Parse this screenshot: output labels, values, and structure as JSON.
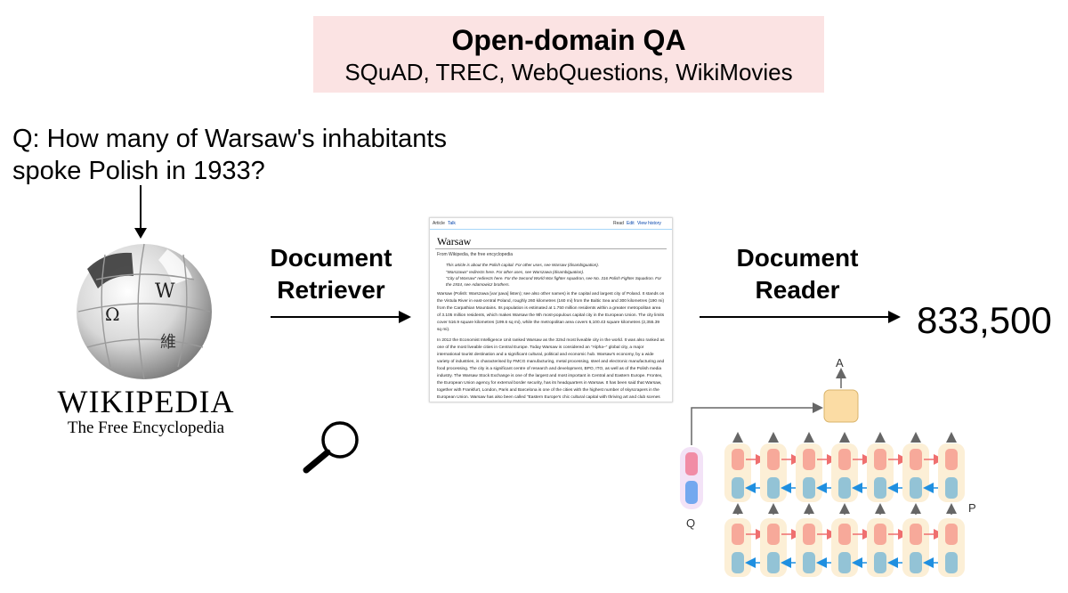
{
  "header": {
    "title": "Open-domain QA",
    "datasets": "SQuAD, TREC, WebQuestions, WikiMovies"
  },
  "question": {
    "line1": "Q:  How many of Warsaw's inhabitants",
    "line2": "spoke Polish in 1933?"
  },
  "wikipedia_logo": {
    "name": "WIKIPEDIA",
    "tagline": "The Free Encyclopedia",
    "glyphs": [
      "W",
      "Ω",
      "維"
    ]
  },
  "retriever": {
    "line1": "Document",
    "line2": "Retriever"
  },
  "reader": {
    "line1": "Document",
    "line2": "Reader"
  },
  "answer": "833,500",
  "article": {
    "tabs": {
      "article": "Article",
      "talk": "Talk",
      "read": "Read",
      "edit": "Edit",
      "history": "View history"
    },
    "title": "Warsaw",
    "from": "From Wikipedia, the free encyclopedia",
    "hatnotes": [
      "This article is about the Polish capital. For other uses, see Warsaw (disambiguation).",
      "\"Warszawa\" redirects here. For other uses, see Warszawa (disambiguation).",
      "\"City of Warsaw\" redirects here. For the Second World War fighter squadron, see No. 316 Polish Fighter Squadron. For the 1934, see Adamowicz brothers."
    ],
    "para1": "Warsaw (Polish: Warszawa [varˈʂava] listen); see also other names) is the capital and largest city of Poland. It stands on the Vistula River in east-central Poland, roughly 260 kilometres (160 mi) from the Baltic Sea and 300 kilometres (190 mi) from the Carpathian Mountains. Its population is estimated at 1.750 million residents within a greater metropolitan area of 3.105 million residents, which makes Warsaw the 9th most-populous capital city in the European Union. The city limits cover 516.9 square kilometres (199.6 sq mi), while the metropolitan area covers 6,100.43 square kilometres (2,355.39 sq mi).",
    "para2": "In 2012 the Economist Intelligence Unit ranked Warsaw as the 32nd most liveable city in the world. It was also ranked as one of the most liveable cities in Central Europe. Today Warsaw is considered an \"Alpha–\" global city, a major international tourist destination and a significant cultural, political and economic hub. Warsaw's economy, by a wide variety of industries, is characterised by FMCG manufacturing, metal processing, steel and electronic manufacturing and food processing. The city is a significant centre of research and development, BPO, ITO, as well as of the Polish media industry. The Warsaw Stock Exchange is one of the largest and most important in Central and Eastern Europe. Frontex, the European Union agency for external border security, has its headquarters in Warsaw. It has been said that Warsaw, together with Frankfurt, London, Paris and Barcelona is one of the cities with the highest number of skyscrapers in the European Union. Warsaw has also been called \"Eastern Europe's chic cultural capital with thriving art and club scenes and serious restaurants\"."
  },
  "reader_model": {
    "output_label": "A",
    "question_label": "Q",
    "passage_label": "P",
    "colors": {
      "forward": "#f7a99a",
      "backward": "#93c3d6",
      "group_bg": "#fcefd6",
      "output_box": "#fbdca4",
      "q_bg": "#f3e3f7",
      "q_top": "#f18ca6",
      "q_bottom": "#73a8ef",
      "arrow_forward": "#ef6f6f",
      "arrow_backward": "#1f8fe0"
    }
  }
}
